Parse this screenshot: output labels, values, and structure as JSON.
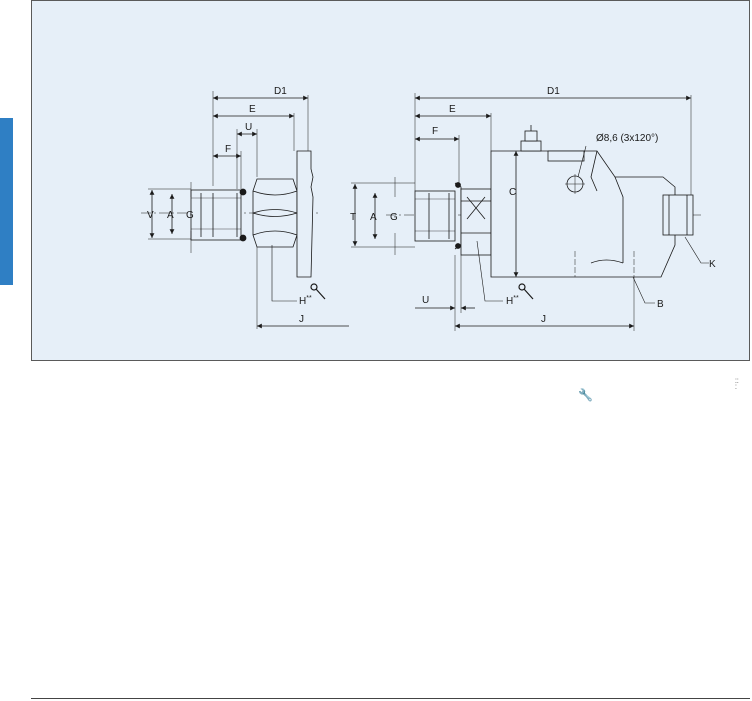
{
  "labels": {
    "left": {
      "d1": "D1",
      "e": "E",
      "u": "U",
      "f": "F",
      "v": "V",
      "a": "A",
      "g": "G",
      "h": "H",
      "h_sup": "**",
      "j": "J"
    },
    "right": {
      "d1": "D1",
      "e": "E",
      "f": "F",
      "hole_note": "Ø8,6 (3x120°)",
      "c": "C",
      "t": "T",
      "a": "A",
      "g": "G",
      "k": "K",
      "u": "U",
      "h": "H",
      "h_sup": "**",
      "j": "J",
      "b": "B"
    }
  },
  "colors": {
    "panel_bg": "#e6eff8",
    "side_tab": "#2f7fc4",
    "line": "#1a1a1a"
  },
  "icons": [
    "wrench-icon"
  ]
}
